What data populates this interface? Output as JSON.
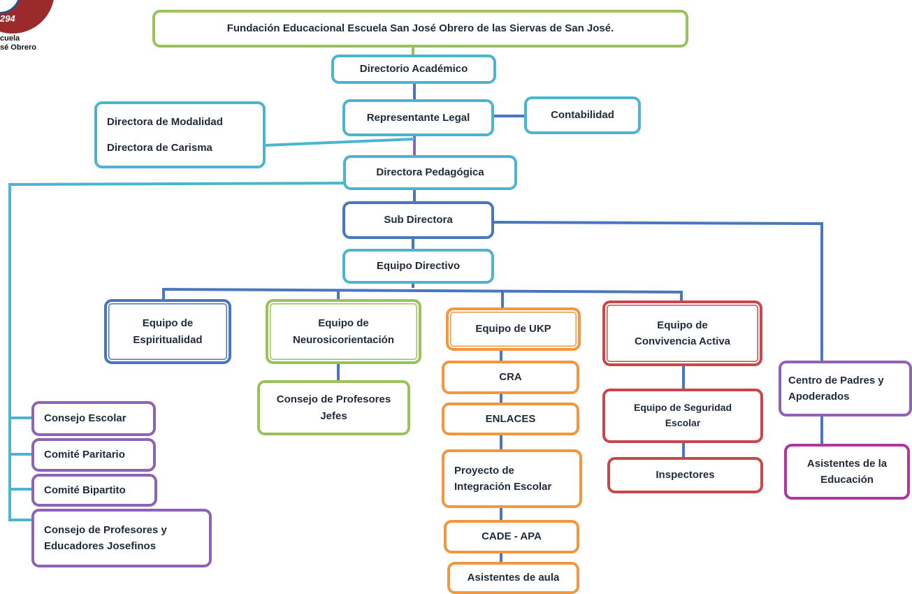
{
  "logo": {
    "number": "294",
    "line1": "cuela",
    "line2": "sé Obrero"
  },
  "nodes": {
    "fundacion": "Fundación Educacional Escuela San José Obrero de las Siervas de San José.",
    "directorio": "Directorio Académico",
    "representante": "Representante Legal",
    "contabilidad": "Contabilidad",
    "modalidad": [
      "Directora de Modalidad",
      "Directora de Carisma"
    ],
    "pedagogica": "Directora Pedagógica",
    "subdirectora": "Sub Directora",
    "equipo_directivo": "Equipo Directivo",
    "espiritualidad": [
      "Equipo de",
      "Espiritualidad"
    ],
    "neuro": [
      "Equipo de",
      "Neurosicorientación"
    ],
    "ukp": "Equipo de UKP",
    "convivencia": [
      "Equipo de",
      "Convivencia Activa"
    ],
    "consejo_jefes": [
      "Consejo de Profesores",
      "Jefes"
    ],
    "cra": "CRA",
    "enlaces": "ENLACES",
    "pie": [
      "Proyecto de",
      "Integración Escolar"
    ],
    "cade": "CADE - APA",
    "asistentes_aula": "Asistentes de aula",
    "seguridad": [
      "Equipo de  Seguridad",
      "Escolar"
    ],
    "inspectores": "Inspectores",
    "centro_padres": [
      "Centro de Padres y",
      "Apoderados"
    ],
    "asistentes_educacion": [
      "Asistentes de la",
      "Educación"
    ],
    "consejo_escolar": "Consejo Escolar",
    "comite_paritario": "Comité Paritario",
    "comite_bipartito": "Comité Bipartito",
    "consejo_josefinos": [
      "Consejo de Profesores y",
      "Educadores Josefinos"
    ]
  },
  "colors": {
    "green": "#9ac25c",
    "teal": "#4bb5cf",
    "blue": "#4a76bd",
    "orange": "#f2973d",
    "red": "#c8484a",
    "purple": "#8e63b5",
    "magenta": "#b0359c"
  }
}
